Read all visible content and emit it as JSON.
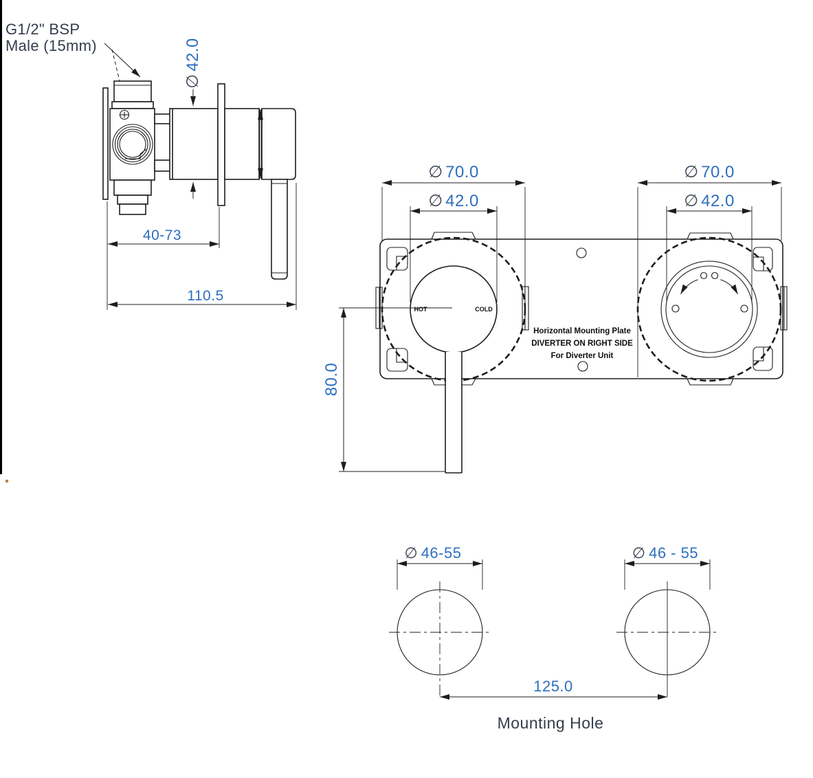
{
  "symbols": {
    "diameter": "∅"
  },
  "colors": {
    "line": "#1d1d1d",
    "dimension_text": "#2e6fbe",
    "diameter_symbol": "#3a4150",
    "label_text": "#353d4c",
    "plate_text": "#0e0e0e"
  },
  "side_view": {
    "connection_label_line1": "G1/2\" BSP",
    "connection_label_line2": "Male (15mm)",
    "trim_diameter": "42.0",
    "adjustable_depth": "40-73",
    "total_depth": "110.5"
  },
  "front_view": {
    "escutcheon_diameter": "70.0",
    "trim_diameter": "42.0",
    "handle_length": "80.0",
    "hot_label": "HOT",
    "cold_label": "COLD",
    "plate_text_line1": "Horizontal Mounting Plate",
    "plate_text_line2": "DIVERTER ON RIGHT SIDE",
    "plate_text_line3": "For Diverter Unit"
  },
  "mounting_view": {
    "hole_diameter_left": "46-55",
    "hole_diameter_right": "46 - 55",
    "hole_spacing": "125.0",
    "caption": "Mounting Hole"
  }
}
